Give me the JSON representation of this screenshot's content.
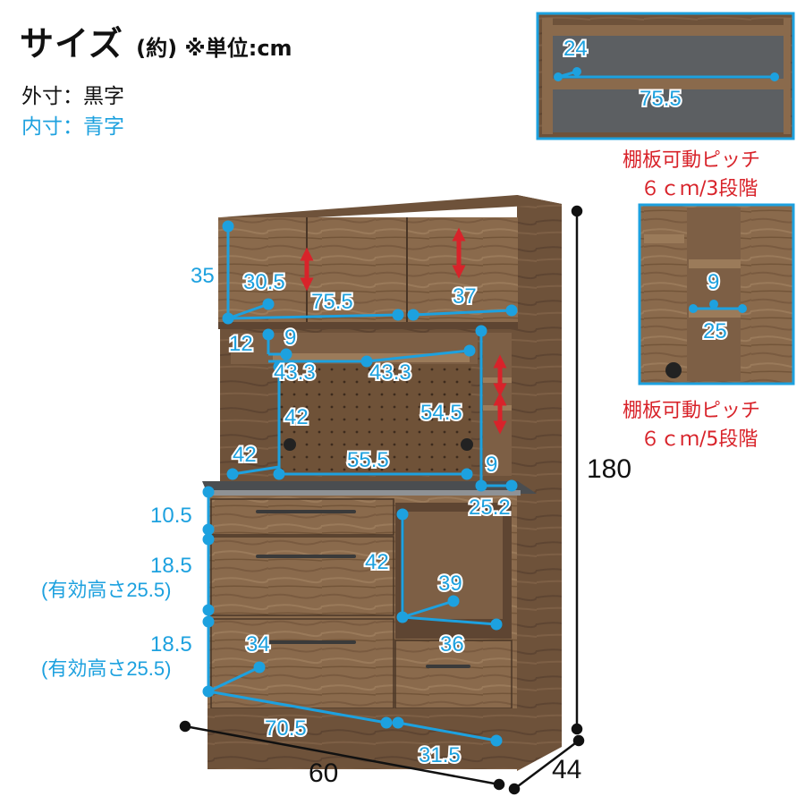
{
  "header": {
    "title": "サイズ",
    "title_note": "(約) ※単位:cm",
    "outer_label": "外寸：黒字",
    "inner_label": "内寸：青字"
  },
  "colors": {
    "outer": "#111111",
    "inner": "#1da1df",
    "accent": "#d8232a",
    "wood": "#8a6a4c",
    "wood_dark": "#5e4532"
  },
  "outer_dimensions": {
    "width": "60",
    "depth": "44",
    "height": "180"
  },
  "inner_dimensions": {
    "upper_h": "35",
    "upper_d": "30.5",
    "upper_w": "75.5",
    "upper_right_w": "37",
    "niche_12": "12",
    "niche_9": "9",
    "niche_left_w": "43.3",
    "niche_right_w": "43.3",
    "open_h": "42",
    "open_right_h": "54.5",
    "open_d": "42",
    "open_w": "55.5",
    "right_9": "9",
    "right_d": "25.2",
    "drawer1": "10.5",
    "drawer2": "18.5",
    "drawer2_eff": "(有効高さ25.5)",
    "drawer3": "18.5",
    "drawer3_eff": "(有効高さ25.5)",
    "drawer3_d": "34",
    "drawer_w": "70.5",
    "low_h": "42",
    "low_d": "39",
    "low_w": "36",
    "low_drawer_w": "31.5"
  },
  "detail_top": {
    "depth": "24",
    "width": "75.5",
    "caption_line1": "棚板可動ピッチ",
    "caption_line2": "６ｃｍ/3段階"
  },
  "detail_mid": {
    "depth": "9",
    "width": "25",
    "caption_line1": "棚板可動ピッチ",
    "caption_line2": "６ｃｍ/5段階"
  }
}
